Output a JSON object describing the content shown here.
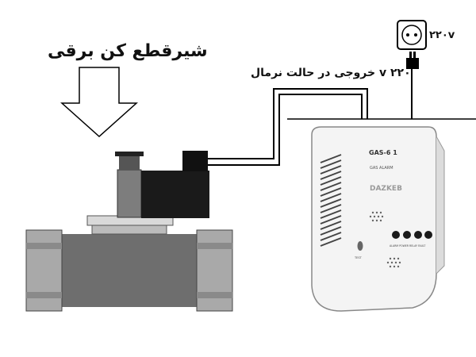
{
  "labels": {
    "valve_title": "شیرقطع کن برقی",
    "output_note": "۲۲۰ v خروجی در حالت نرمال",
    "supply_voltage": "۲۲۰v"
  },
  "device": {
    "model": "GAS-6 1",
    "subtitle": "GAS ALARM",
    "brand": "DAZKEB",
    "indicators": "ALARM  POWER  RELAY  FAULT",
    "test_button": "TEST"
  },
  "colors": {
    "valve_body": "#6e6e6e",
    "valve_flange": "#a9a9a9",
    "coil": "#1a1a1a",
    "detector_body": "#f4f4f4",
    "wire": "#000000"
  }
}
